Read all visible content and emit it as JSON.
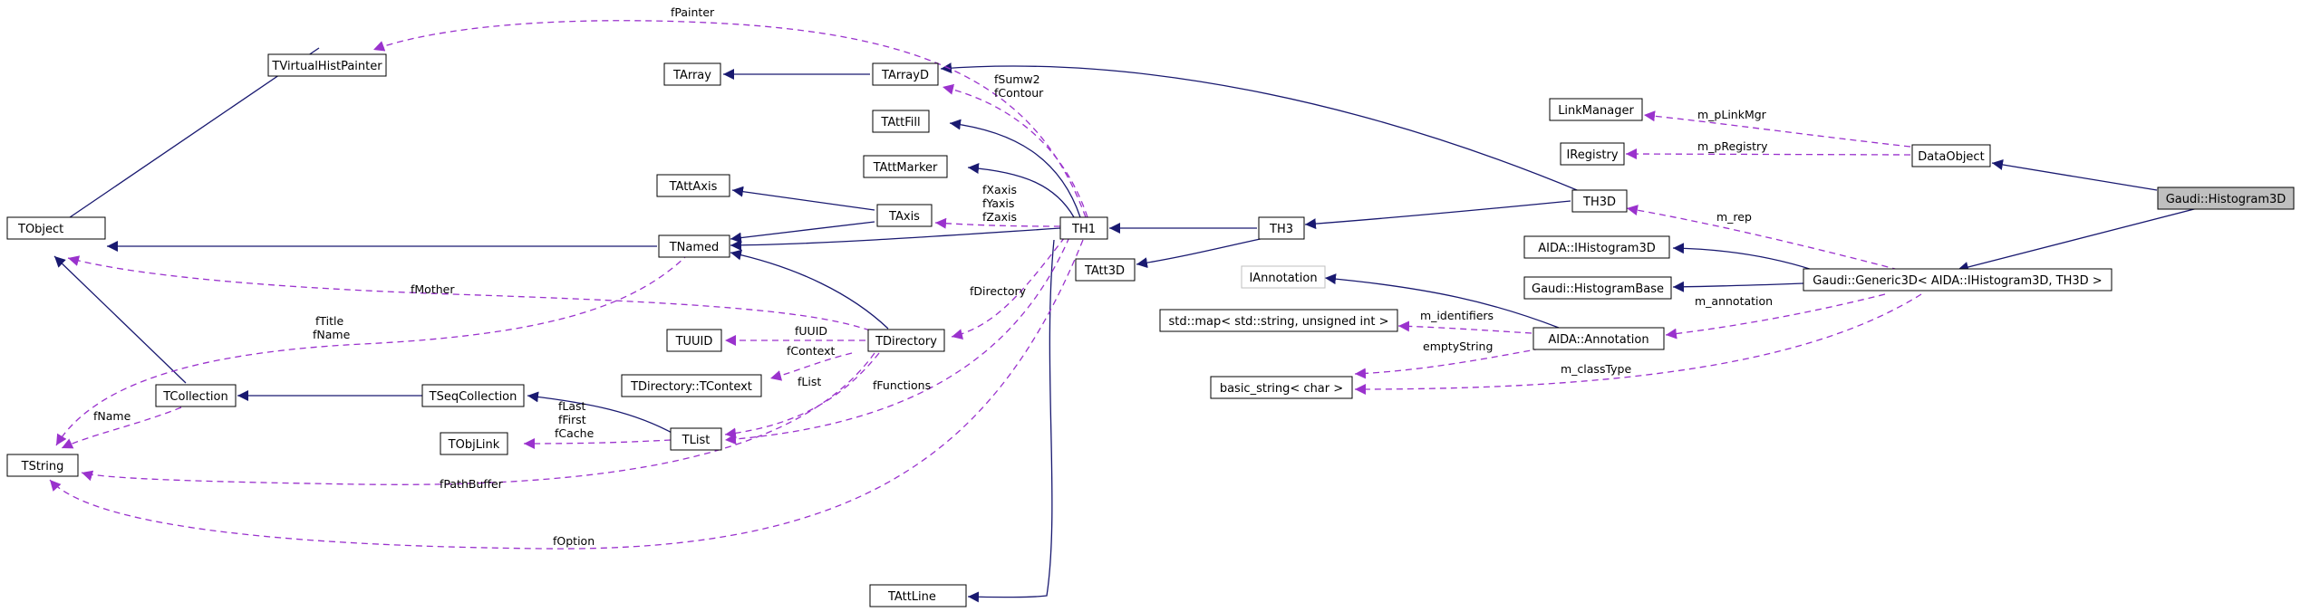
{
  "nodes": {
    "TVirtualHistPainter": "TVirtualHistPainter",
    "TArray": "TArray",
    "TArrayD": "TArrayD",
    "TAttFill": "TAttFill",
    "TAttMarker": "TAttMarker",
    "TAttAxis": "TAttAxis",
    "TAxis": "TAxis",
    "TObject": "TObject",
    "TNamed": "TNamed",
    "TH1": "TH1",
    "TH3": "TH3",
    "TAtt3D": "TAtt3D",
    "TH3D": "TH3D",
    "LinkManager": "LinkManager",
    "IRegistry": "IRegistry",
    "DataObject": "DataObject",
    "GaudiHistogram3D": "Gaudi::Histogram3D",
    "AIDAIHistogram3D": "AIDA::IHistogram3D",
    "IAnnotation": "IAnnotation",
    "GaudiHistogramBase": "Gaudi::HistogramBase",
    "GaudiGeneric3D": "Gaudi::Generic3D< AIDA::IHistogram3D, TH3D >",
    "StdMap": "std::map< std::string, unsigned int >",
    "AIDAAnnotation": "AIDA::Annotation",
    "BasicString": "basic_string< char >",
    "TUUID": "TUUID",
    "TDirectory": "TDirectory",
    "TDirectoryTContext": "TDirectory::TContext",
    "TCollection": "TCollection",
    "TSeqCollection": "TSeqCollection",
    "TObjLink": "TObjLink",
    "TList": "TList",
    "TString": "TString",
    "TAttLine": "TAttLine"
  },
  "edge_labels": {
    "fPainter": "fPainter",
    "fSumw2": "fSumw2",
    "fContour": "fContour",
    "fXaxis": "fXaxis",
    "fYaxis": "fYaxis",
    "fZaxis": "fZaxis",
    "m_pLinkMgr": "m_pLinkMgr",
    "m_pRegistry": "m_pRegistry",
    "m_rep": "m_rep",
    "fMother": "fMother",
    "fDirectory": "fDirectory",
    "fTitle": "fTitle",
    "fName": "fName",
    "fUUID": "fUUID",
    "fContext": "fContext",
    "fList": "fList",
    "fFunctions": "fFunctions",
    "fLast": "fLast",
    "fFirst": "fFirst",
    "fCache": "fCache",
    "fNameTString": "fName",
    "fPathBuffer": "fPathBuffer",
    "fOption": "fOption",
    "m_identifiers": "m_identifiers",
    "m_annotation": "m_annotation",
    "emptyString": "emptyString",
    "m_classType": "m_classType"
  },
  "colors": {
    "inheritance_edge": "#191970",
    "usage_edge": "#9a32cd",
    "focus_node_fill": "#bfbfbf",
    "undocumented_node_border": "#bfbfbf"
  }
}
